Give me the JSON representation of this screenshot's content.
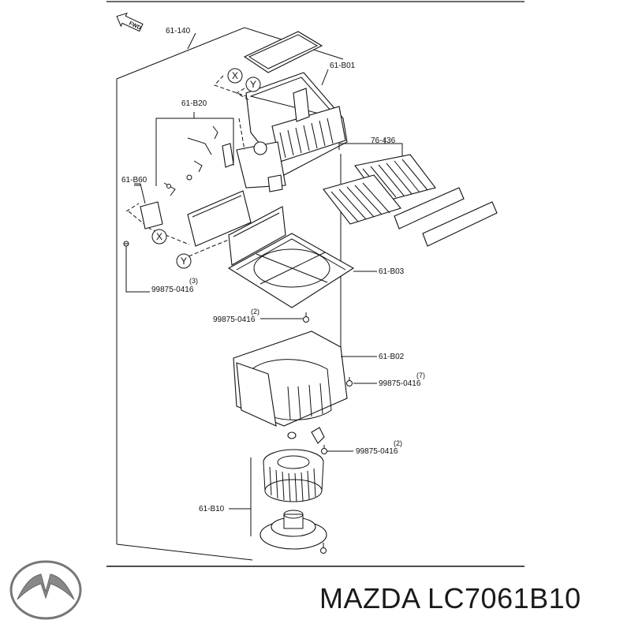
{
  "direction": "FWD",
  "callouts": {
    "assembly": "61-140",
    "case_upper": "61-B01",
    "link_set": "61-B20",
    "bracket": "61-B60",
    "filter": "76-436",
    "cover": "61-B03",
    "case_lower": "61-B02",
    "blower_motor": "61-B10"
  },
  "screws": [
    {
      "part": "99875-0416",
      "qty": "(3)"
    },
    {
      "part": "99875-0416",
      "qty": "(2)"
    },
    {
      "part": "99875-0416",
      "qty": "(7)"
    },
    {
      "part": "99875-0416",
      "qty": "(2)"
    }
  ],
  "alignment_marks": [
    "X",
    "Y"
  ],
  "footer": {
    "brand_logo": "mazda-logo",
    "title": "MAZDA LC7061B10"
  }
}
